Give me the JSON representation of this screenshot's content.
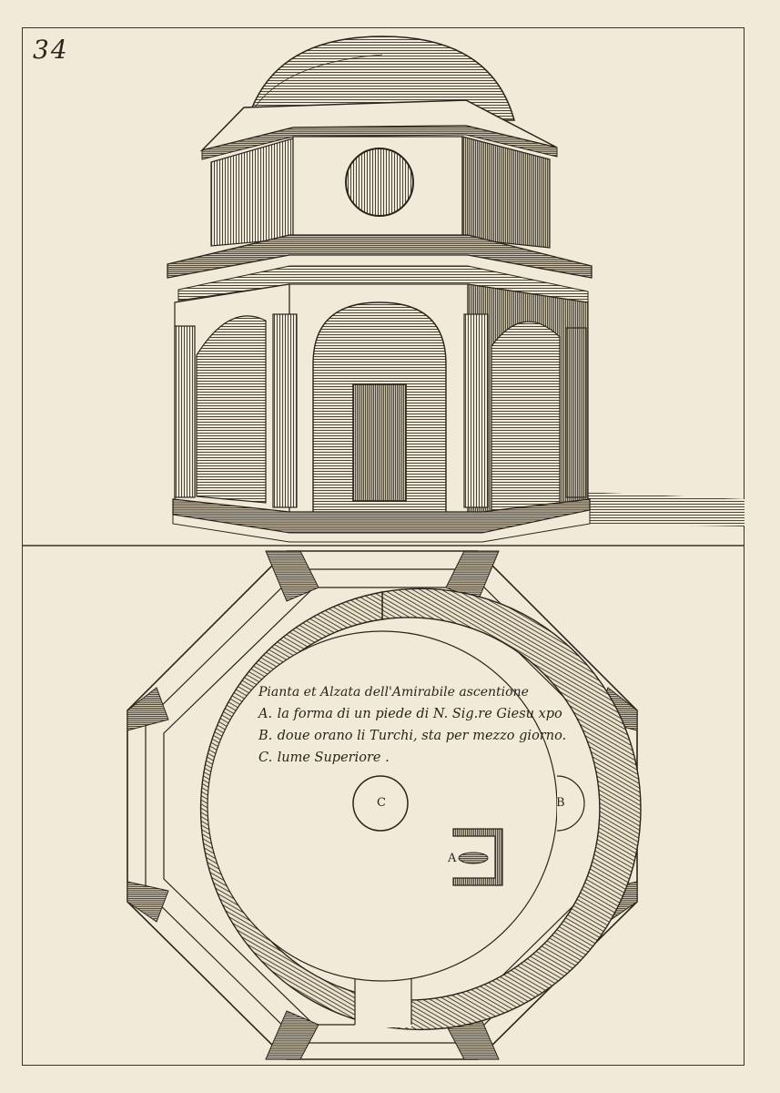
{
  "plate": {
    "number": "34"
  },
  "legend": {
    "title": "Pianta et Alzata dell'Amirabile ascentione",
    "items": [
      {
        "key": "A.",
        "text": "la forma di un piede di N. Sig.re Giesu xpo"
      },
      {
        "key": "B.",
        "text": "doue orano li Turchi, sta per mezzo giorno."
      },
      {
        "key": "C.",
        "text": "lume Superiore ."
      }
    ]
  },
  "plan_labels": {
    "c": "C",
    "b": "B",
    "a": "A"
  },
  "colors": {
    "paper": "#f2ead8",
    "ink": "#2a241c"
  }
}
